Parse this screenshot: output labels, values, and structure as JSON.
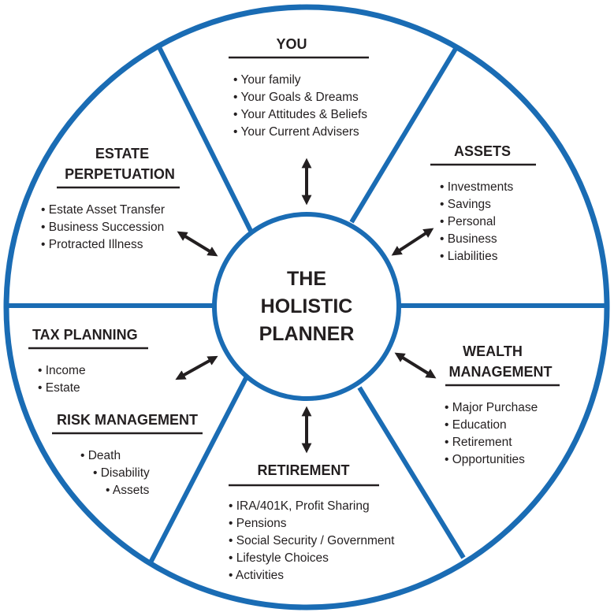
{
  "center": {
    "lines": [
      "THE",
      "HOLISTIC",
      "PLANNER"
    ]
  },
  "colors": {
    "ring": "#1a6cb4",
    "text": "#231f20"
  },
  "sections": {
    "you": {
      "title": "YOU",
      "items": [
        "• Your family",
        "• Your Goals & Dreams",
        "• Your Attitudes & Beliefs",
        "• Your Current Advisers"
      ]
    },
    "assets": {
      "title": "ASSETS",
      "items": [
        "• Investments",
        "• Savings",
        "• Personal",
        "• Business",
        "• Liabilities"
      ]
    },
    "wealth": {
      "title": [
        "WEALTH",
        "MANAGEMENT"
      ],
      "items": [
        "• Major Purchase",
        "• Education",
        "• Retirement",
        "• Opportunities"
      ]
    },
    "retirement": {
      "title": "RETIREMENT",
      "items": [
        "• IRA/401K, Profit Sharing",
        "• Pensions",
        "• Social Security / Government",
        "• Lifestyle Choices",
        "•  Activities"
      ]
    },
    "tax": {
      "title": "TAX PLANNING",
      "items": [
        "• Income",
        "• Estate"
      ]
    },
    "risk": {
      "title": "RISK MANAGEMENT",
      "items": [
        "• Death",
        "• Disability",
        "• Assets"
      ]
    },
    "estate": {
      "title": [
        "ESTATE",
        "PERPETUATION"
      ],
      "items": [
        "• Estate Asset Transfer",
        "• Business Succession",
        "• Protracted Illness"
      ]
    }
  }
}
